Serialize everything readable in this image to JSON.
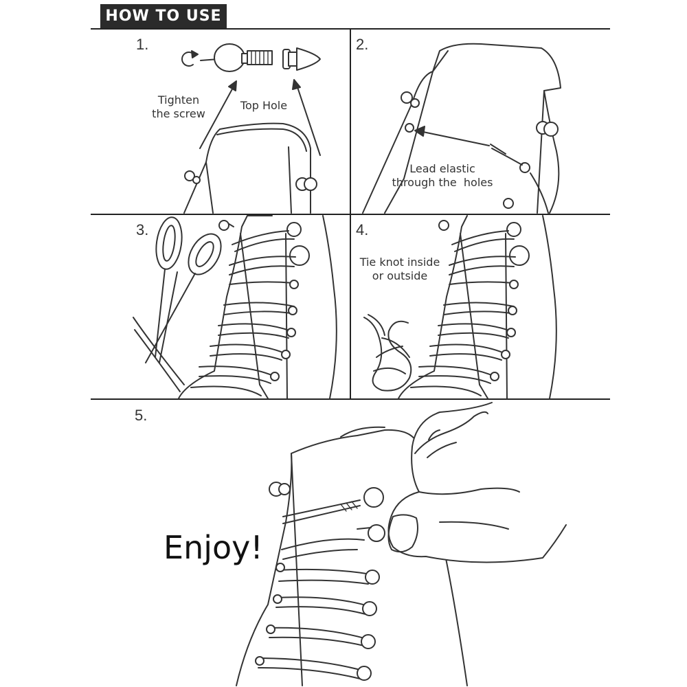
{
  "header": {
    "title": "HOW TO USE"
  },
  "steps": [
    {
      "number": "1.",
      "labels": [
        "Tighten\nthe screw",
        "Top Hole"
      ]
    },
    {
      "number": "2.",
      "labels": [
        "Lead elastic\nthrough the  holes"
      ]
    },
    {
      "number": "3.",
      "labels": []
    },
    {
      "number": "4.",
      "labels": [
        "Tie knot inside\nor outside"
      ]
    },
    {
      "number": "5.",
      "labels": [
        "Enjoy!"
      ]
    }
  ],
  "icons": [
    "rotate-arrow-icon",
    "screw-lock-icon",
    "scissors-icon",
    "knot-icon",
    "hand-icon",
    "boot-icon"
  ]
}
